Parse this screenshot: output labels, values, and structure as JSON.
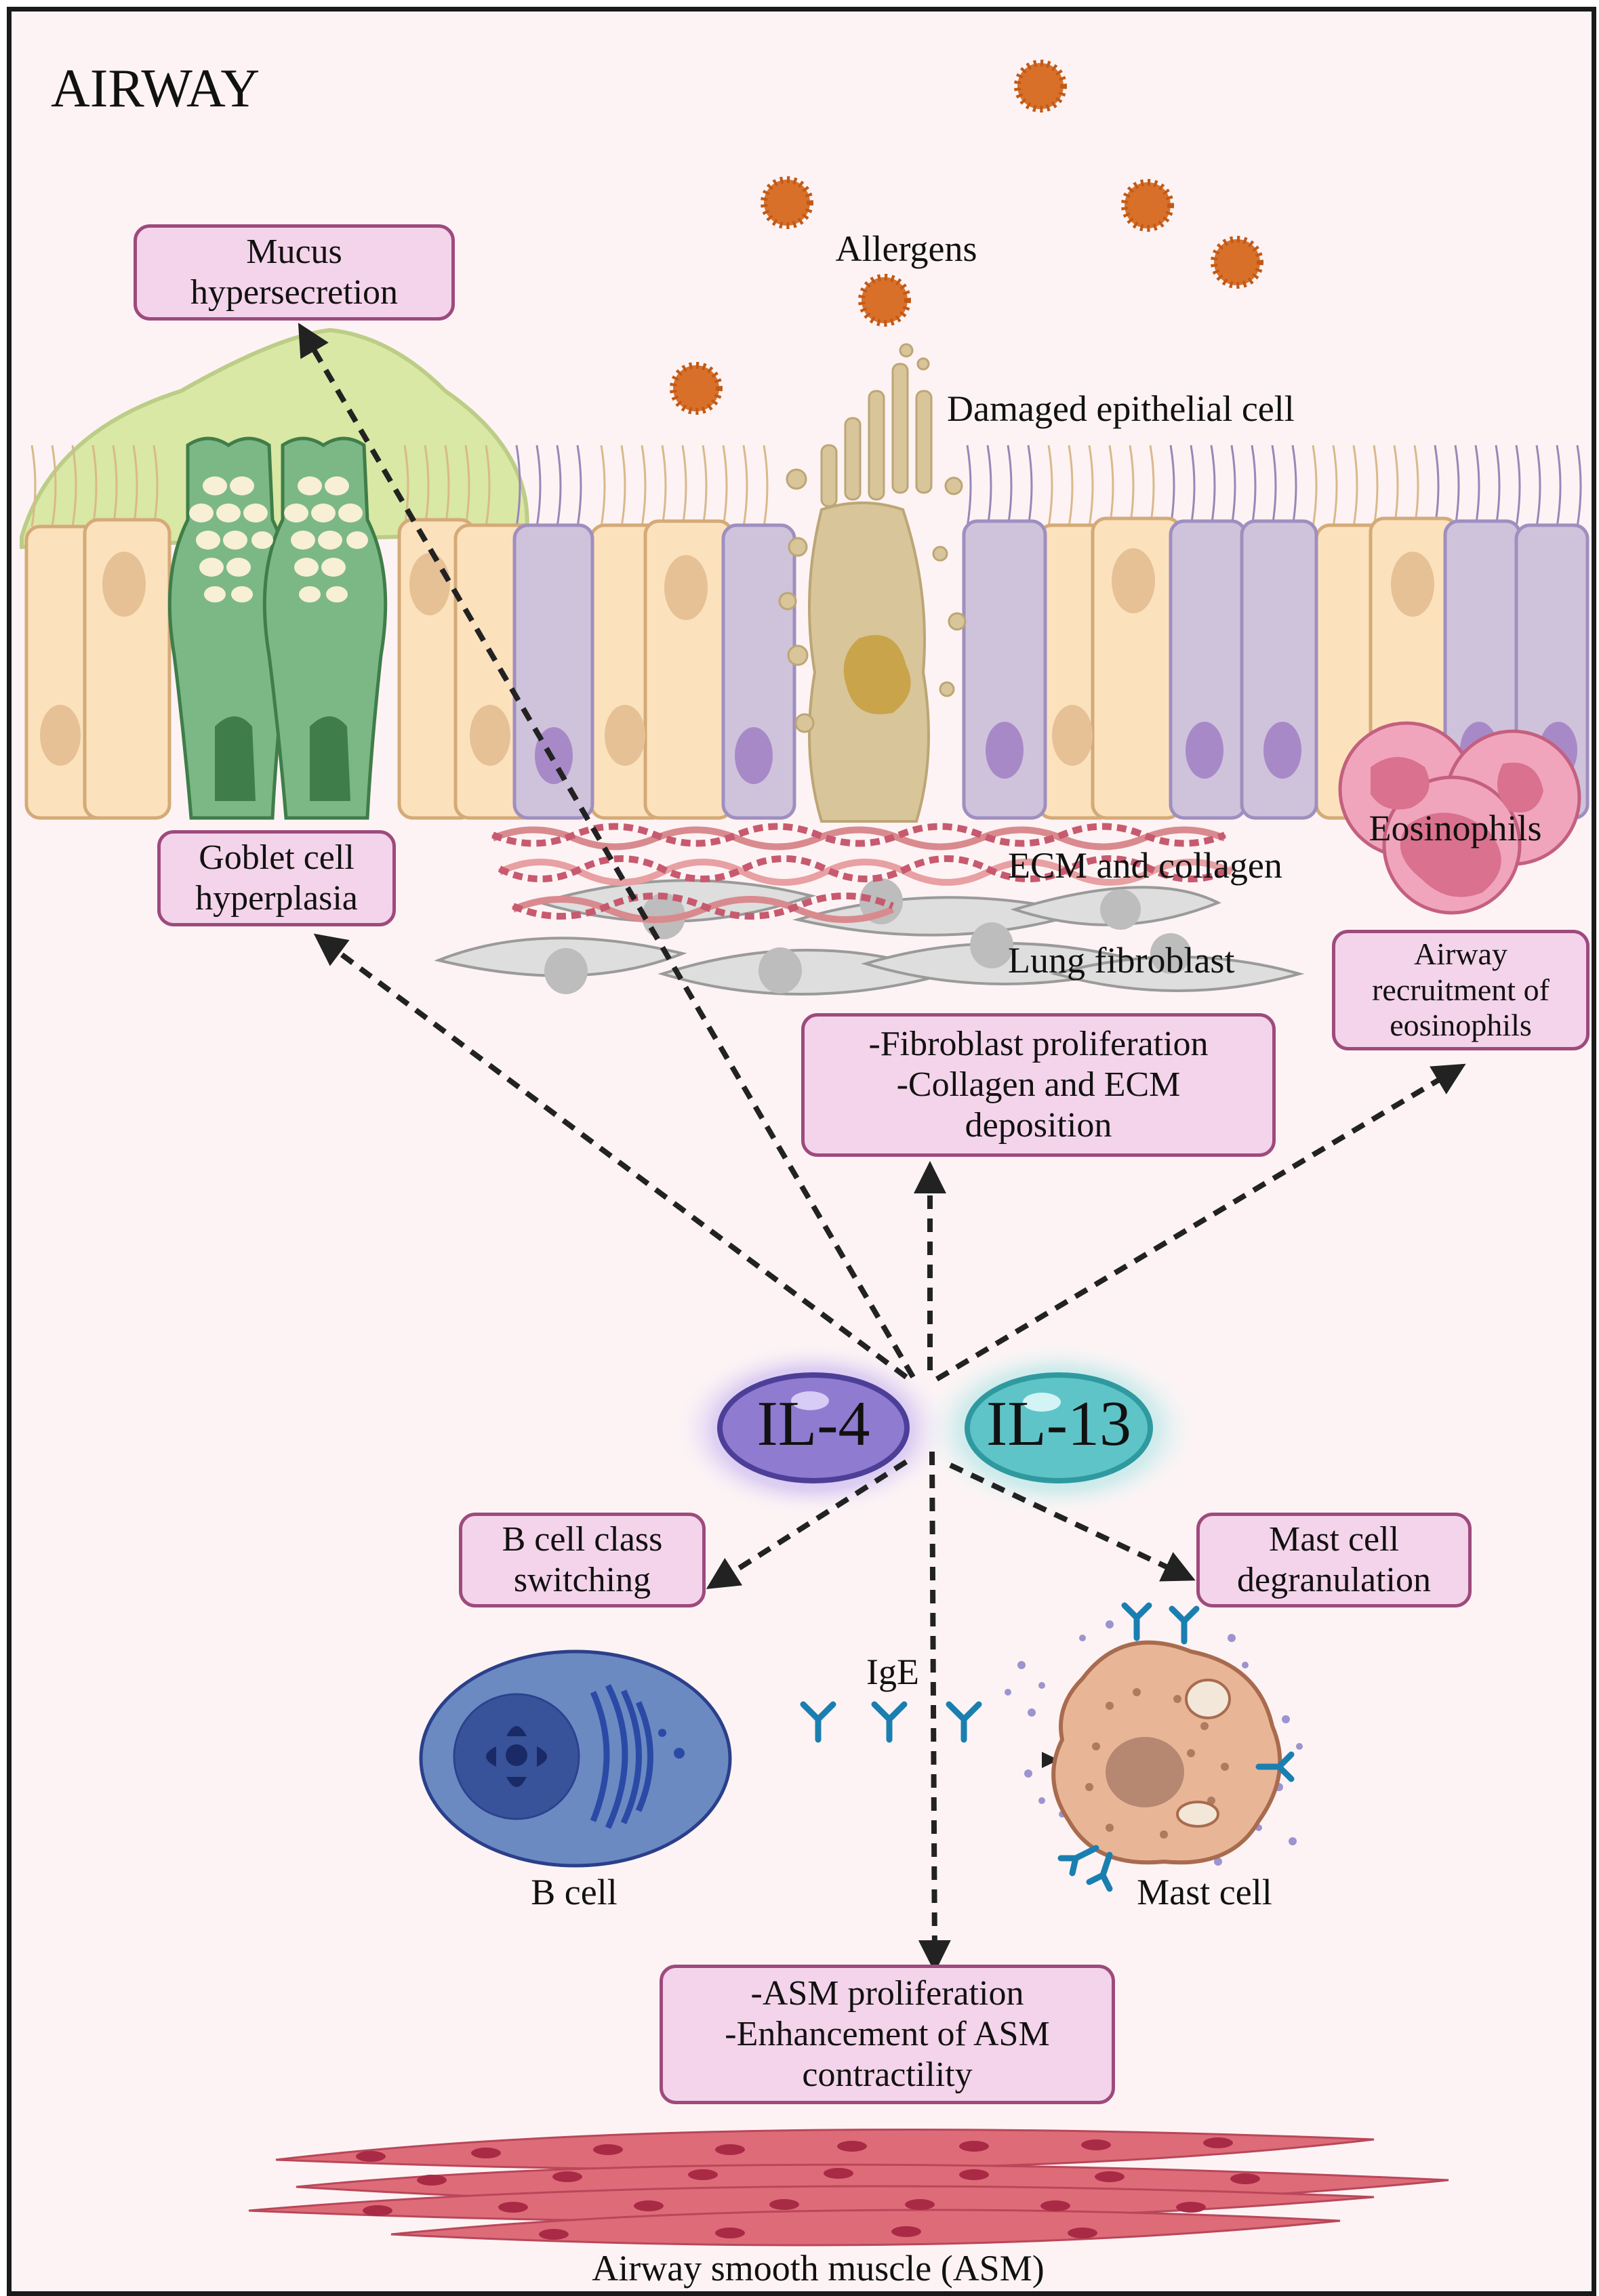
{
  "title": "AIRWAY",
  "labels": {
    "allergens": "Allergens",
    "damaged_epithelial": "Damaged epithelial cell",
    "ecm_collagen": "ECM and collagen",
    "lung_fibroblast": "Lung fibroblast",
    "eosinophils": "Eosinophils",
    "ige": "IgE",
    "b_cell": "B cell",
    "mast_cell": "Mast cell",
    "asm": "Airway smooth muscle (ASM)"
  },
  "cytokines": {
    "il4": "IL-4",
    "il13": "IL-13"
  },
  "boxes": {
    "mucus": "Mucus\nhypersecretion",
    "goblet": "Goblet cell\nhyperplasia",
    "fibroblast": "-Fibroblast proliferation\n-Collagen and ECM\ndeposition",
    "eosinophil_recruit": "Airway\nrecruitment of\neosinophils",
    "bcell_switch": "B cell class\nswitching",
    "mast_degran": "Mast cell\ndegranulation",
    "asm_effects": "-ASM proliferation\n-Enhancement of ASM\ncontractility"
  },
  "colors": {
    "box_fill": "#f4d4ea",
    "box_border": "#9e4a7d",
    "background": "#fdf3f4",
    "il4": "#8f7bd0",
    "il13": "#5fc4c8",
    "allergen": "#d9702a"
  }
}
